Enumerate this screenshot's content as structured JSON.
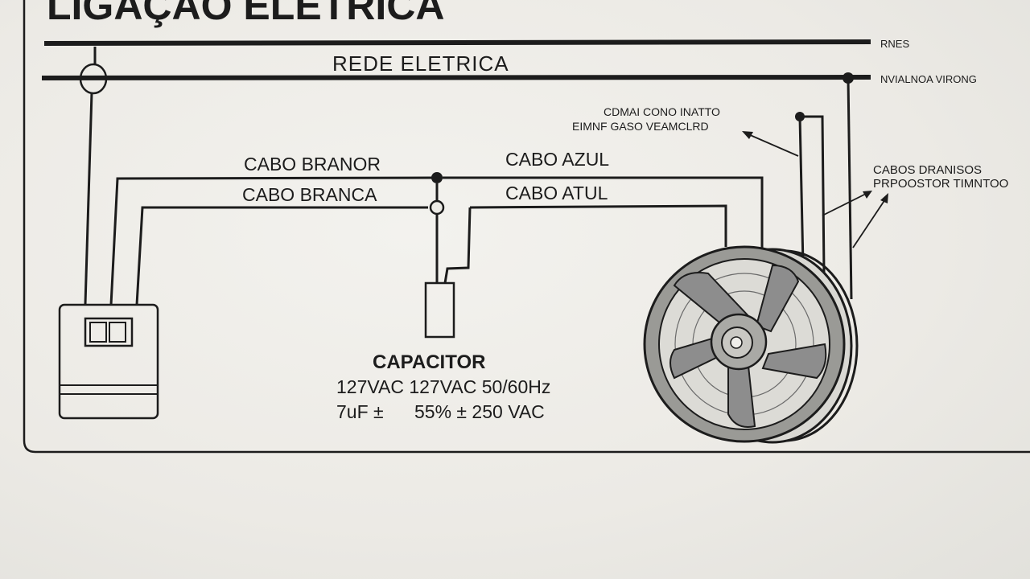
{
  "title": "LIGAÇÃO ELÉTRICA",
  "network": {
    "top_line_label": "RNES",
    "main_line_label": "REDE ELETRICA",
    "right_line_label": "NVIALNOA VIRONG"
  },
  "wires": {
    "white_top": "CABO BRANOR",
    "white_bottom": "CABO BRANCA",
    "blue_top": "CABO AZUL",
    "blue_bottom": "CABO ATUL"
  },
  "annotations": {
    "motor_note_line1": "CDMAI CONO INATTO",
    "motor_note_line2": "EIMNF GASO VEAMCLRD",
    "cables_note_line1": "CABOS DRANISOS",
    "cables_note_line2": "PRPOOSTOR TIMNTOO"
  },
  "capacitor": {
    "label": "CAPACITOR",
    "spec_line1": "127VAC 127VAC 50/60Hz",
    "spec_line2": "7uF ±      55% ± 250 VAC"
  },
  "colors": {
    "ink": "#1c1c1c",
    "paper": "#eceae5",
    "fan_blade": "#8d8d8d",
    "fan_ring": "#7a7a7a"
  }
}
